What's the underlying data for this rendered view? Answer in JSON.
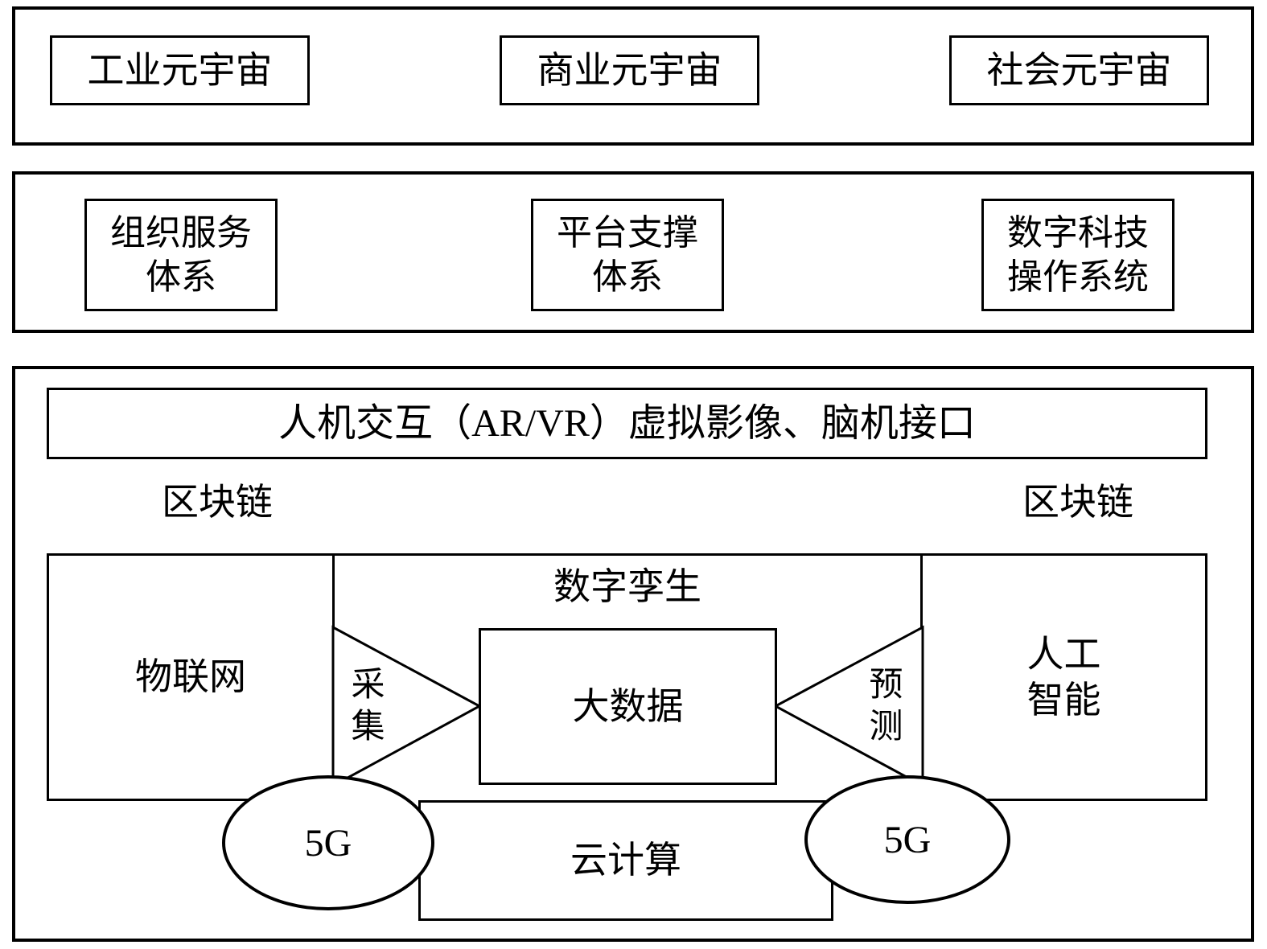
{
  "diagram": {
    "application_layer": {
      "boxes": [
        "工业元宇宙",
        "商业元宇宙",
        "社会元宇宙"
      ]
    },
    "support_layer": {
      "boxes": [
        "组织服务\n体系",
        "平台支撑\n体系",
        "数字科技\n操作系统"
      ]
    },
    "technology_layer": {
      "hci_bar": "人机交互（AR/VR）虚拟影像、脑机接口",
      "blockchain_left": "区块链",
      "blockchain_right": "区块链",
      "iot": "物联网",
      "digital_twin": "数字孪生",
      "big_data": "大数据",
      "collect": "采集",
      "predict": "预测",
      "ai": "人工\n智能",
      "cloud_computing": "云计算",
      "fiveg_left": "5G",
      "fiveg_right": "5G"
    },
    "colors": {
      "line": "#000000",
      "background": "#ffffff"
    }
  }
}
